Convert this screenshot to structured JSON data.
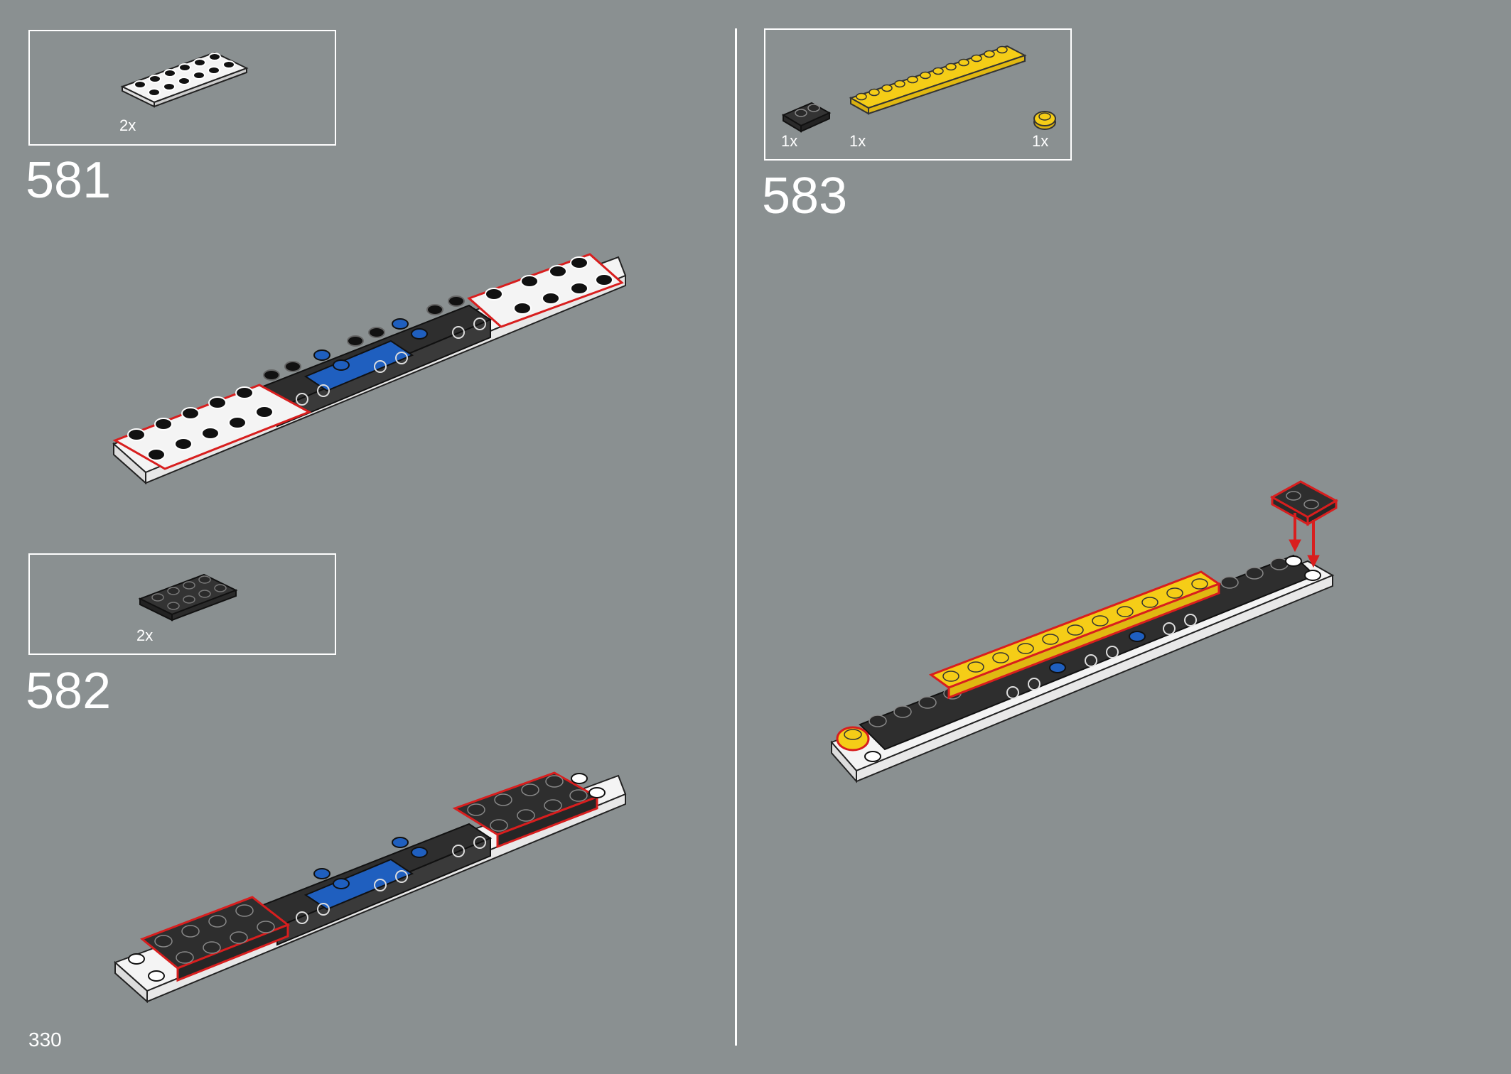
{
  "page_number": "330",
  "colors": {
    "background": "#8a9091",
    "highlight": "#d81e1e",
    "white_brick": "#f4f4f4",
    "black_brick": "#2e2e2e",
    "blue_brick": "#1f5fbf",
    "yellow_brick": "#f5cd17"
  },
  "steps": [
    {
      "number": "581",
      "parts": [
        {
          "name": "white-plate-2x6",
          "qty": "2x"
        }
      ]
    },
    {
      "number": "582",
      "parts": [
        {
          "name": "black-plate-2x4",
          "qty": "2x"
        }
      ]
    },
    {
      "number": "583",
      "parts": [
        {
          "name": "black-plate-1x2",
          "qty": "1x"
        },
        {
          "name": "yellow-plate-1x12",
          "qty": "1x"
        },
        {
          "name": "yellow-round-plate-1x1",
          "qty": "1x"
        }
      ]
    }
  ]
}
